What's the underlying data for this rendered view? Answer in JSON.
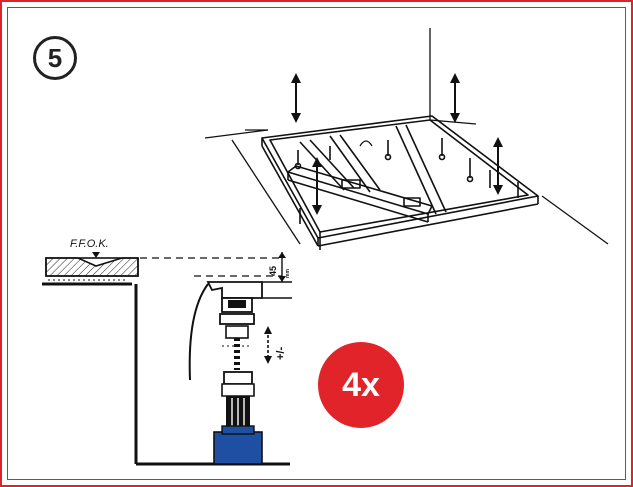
{
  "step": {
    "number": "5"
  },
  "quantity": {
    "label": "4x"
  },
  "detail": {
    "floor_label": "F.F.O.K.",
    "height_value": "45",
    "height_unit": "mm",
    "adjust_label": "+/-"
  },
  "colors": {
    "frame_red": "#d9262c",
    "badge_red": "#e02429",
    "foot_blue": "#1f4fa3",
    "ink": "#111111"
  }
}
